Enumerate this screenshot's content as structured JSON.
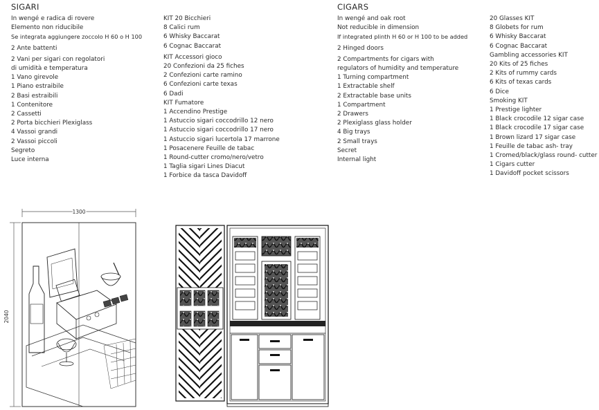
{
  "it": {
    "title": "SIGARI",
    "lines": [
      "In wengé e radica di rovere",
      "Elemento non riducibile",
      "Se integrata aggiungere zoccolo H 60 o H 100",
      "",
      "2 Ante battenti",
      "",
      "2 Vani per sigari con regolatori",
      "di umidità e temperatura",
      "1 Vano girevole",
      "1 Piano estraibile",
      "2 Basi estraibili",
      "1 Contenitore",
      "2 Cassetti",
      "2 Porta bicchieri Plexiglass",
      "4 Vassoi grandi",
      "2 Vassoi piccoli",
      "Segreto",
      "Luce interna"
    ],
    "kits": [
      "KIT 20 Bicchieri",
      "8 Calici rum",
      "6 Whisky Baccarat",
      "6 Cognac Baccarat",
      "",
      "KIT Accessori gioco",
      "20 Confezioni da 25 fiches",
      "2 Confezioni carte ramino",
      "6 Confezioni carte texas",
      "6 Dadi",
      "KIT Fumatore",
      "1 Accendino Prestige",
      "1 Astuccio sigari coccodrillo 12 nero",
      "1 Astuccio sigari coccodrillo 17 nero",
      "1 Astuccio sigari lucertola 17 marrone",
      "1 Posacenere Feuille de tabac",
      "1 Round-cutter cromo/nero/vetro",
      "1 Taglia sigari Lines Diacut",
      "1 Forbice da tasca Davidoff"
    ]
  },
  "en": {
    "title": "CIGARS",
    "lines": [
      "In wengé and oak root",
      "Not reducible in dimension",
      "If integrated plinth H 60 or H 100 to be added",
      "",
      "2 Hinged doors",
      "",
      "2 Compartments for cigars with",
      "regulators of humidity and temperature",
      "1 Turning compartment",
      "1 Extractable shelf",
      "2 Extractable base units",
      "1 Compartment",
      "2 Drawers",
      "2 Plexiglass glass holder",
      "4 Big trays",
      "2 Small trays",
      "Secret",
      "Internal light"
    ],
    "kits": [
      "20 Glasses KIT",
      "8 Globets for rum",
      "6 Whisky Baccarat",
      "6 Cognac Baccarat",
      "Gambling accessories KIT",
      "20 Kits of 25 fiches",
      "2 Kits of rummy cards",
      "6 Kits of texas cards",
      "6 Dice",
      "Smoking KIT",
      "1 Prestige lighter",
      "1 Black crocodile 12 sigar case",
      "1 Black crocodile 17 sigar case",
      "1 Brown lizard 17 sigar case",
      "1 Feuille de tabac ash- tray",
      "1 Cromed/black/glass round- cutter",
      "1 Cigars cutter",
      "1 Davidoff pocket scissors"
    ]
  },
  "drawing": {
    "width_label": "1300",
    "height_label": "2040"
  }
}
